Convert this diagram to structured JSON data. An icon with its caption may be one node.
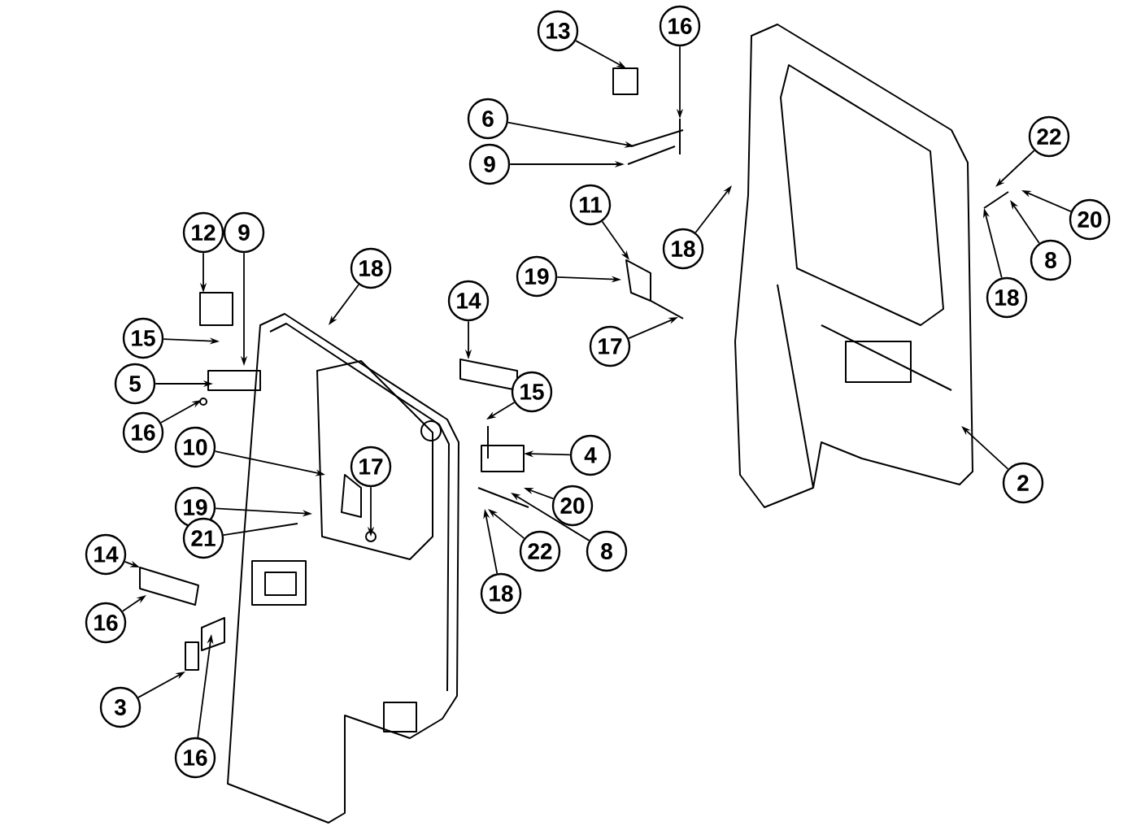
{
  "diagram": {
    "nodes": [
      {
        "text": [
          "13"
        ]
      },
      {
        "text": [
          "16"
        ]
      },
      {
        "text": [
          "6"
        ]
      },
      {
        "text": [
          "9"
        ]
      },
      {
        "text": [
          "22"
        ]
      },
      {
        "text": [
          "20"
        ]
      },
      {
        "text": [
          "11"
        ]
      },
      {
        "text": [
          "8"
        ]
      },
      {
        "text": [
          "12"
        ]
      },
      {
        "text": [
          "9"
        ]
      },
      {
        "text": [
          "18"
        ]
      },
      {
        "text": [
          "19"
        ]
      },
      {
        "text": [
          "18"
        ]
      },
      {
        "text": [
          "18"
        ]
      },
      {
        "text": [
          "15"
        ]
      },
      {
        "text": [
          "14"
        ]
      },
      {
        "text": [
          "17"
        ]
      },
      {
        "text": [
          "5"
        ]
      },
      {
        "text": [
          "15"
        ]
      },
      {
        "text": [
          "16"
        ]
      },
      {
        "text": [
          "4"
        ]
      },
      {
        "text": [
          "2"
        ]
      },
      {
        "text": [
          "10"
        ]
      },
      {
        "text": [
          "17"
        ]
      },
      {
        "text": [
          "19"
        ]
      },
      {
        "text": [
          "20"
        ]
      },
      {
        "text": [
          "21"
        ]
      },
      {
        "text": [
          "14"
        ]
      },
      {
        "text": [
          "8"
        ]
      },
      {
        "text": [
          "22"
        ]
      },
      {
        "text": [
          "18"
        ]
      },
      {
        "text": [
          "16"
        ]
      },
      {
        "text": [
          "3"
        ]
      },
      {
        "text": [
          "16"
        ]
      }
    ],
    "edges": [
      {
        "from": 0,
        "to": null,
        "arrow": "to"
      },
      {
        "from": 1,
        "to": null,
        "arrow": "to"
      },
      {
        "from": 2,
        "to": null,
        "arrow": "to"
      },
      {
        "from": 3,
        "to": null,
        "arrow": "to"
      },
      {
        "from": 4,
        "to": null,
        "arrow": "to"
      },
      {
        "from": 5,
        "to": null,
        "arrow": "to"
      },
      {
        "from": 6,
        "to": null,
        "arrow": "to"
      },
      {
        "from": 7,
        "to": null,
        "arrow": "to"
      },
      {
        "from": 8,
        "to": null,
        "arrow": "to"
      },
      {
        "from": 9,
        "to": null,
        "arrow": "to"
      },
      {
        "from": 10,
        "to": null,
        "arrow": "to"
      },
      {
        "from": 11,
        "to": null,
        "arrow": "to"
      },
      {
        "from": 12,
        "to": null,
        "arrow": "to"
      },
      {
        "from": 13,
        "to": null,
        "arrow": "to"
      },
      {
        "from": 14,
        "to": null,
        "arrow": "to"
      },
      {
        "from": 15,
        "to": null,
        "arrow": "to"
      },
      {
        "from": 16,
        "to": null,
        "arrow": "to"
      },
      {
        "from": 17,
        "to": null,
        "arrow": "to"
      },
      {
        "from": 18,
        "to": null,
        "arrow": "to"
      },
      {
        "from": 19,
        "to": null,
        "arrow": "to"
      },
      {
        "from": 20,
        "to": null,
        "arrow": "to"
      },
      {
        "from": 21,
        "to": null,
        "arrow": "to"
      },
      {
        "from": 22,
        "to": null,
        "arrow": "to"
      },
      {
        "from": 23,
        "to": null,
        "arrow": "to"
      },
      {
        "from": 24,
        "to": null,
        "arrow": "to"
      },
      {
        "from": 25,
        "to": null,
        "arrow": "to"
      },
      {
        "from": 26,
        "to": null,
        "arrow": "none"
      },
      {
        "from": 27,
        "to": null,
        "arrow": "to"
      },
      {
        "from": 28,
        "to": null,
        "arrow": "to"
      },
      {
        "from": 29,
        "to": null,
        "arrow": "to"
      },
      {
        "from": 30,
        "to": null,
        "arrow": "to"
      },
      {
        "from": 31,
        "to": null,
        "arrow": "to"
      },
      {
        "from": 32,
        "to": null,
        "arrow": "to"
      },
      {
        "from": 33,
        "to": null,
        "arrow": "to"
      }
    ]
  }
}
